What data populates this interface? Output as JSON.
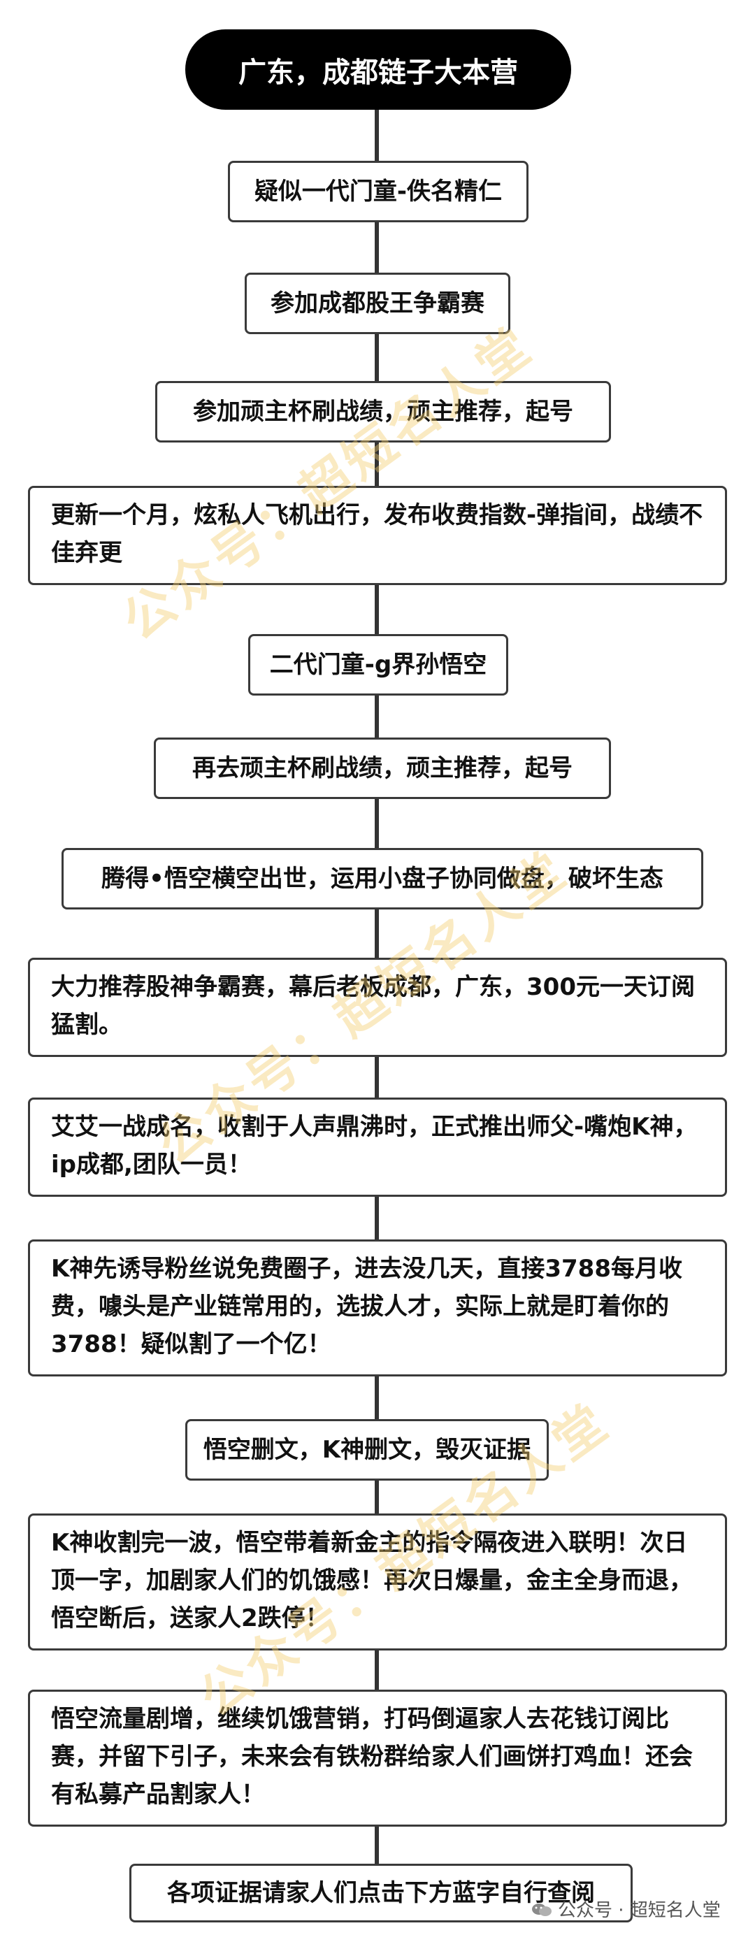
{
  "title": "广东，成都链子大本营",
  "steps": [
    "疑似一代门童-佚名精仁",
    "参加成都股王争霸赛",
    "参加顽主杯刷战绩，顽主推荐，起号",
    "更新一个月，炫私人飞机出行，发布收费指数-弹指间，战绩不佳弃更",
    "二代门童-g界孙悟空",
    "再去顽主杯刷战绩，顽主推荐，起号",
    "腾得•悟空横空出世，运用小盘子协同做盘，破坏生态",
    "大力推荐股神争霸赛，幕后老板成都，广东，300元一天订阅猛割。",
    "艾艾一战成名，收割于人声鼎沸时，正式推出师父-嘴炮K神，ip成都,团队一员！",
    "K神先诱导粉丝说免费圈子，进去没几天，直接3788每月收费，噱头是产业链常用的，选拔人才，实际上就是盯着你的3788！疑似割了一个亿！",
    "悟空删文，K神删文，毁灭证据",
    "K神收割完一波，悟空带着新金主的指令隔夜进入联明！次日顶一字，加剧家人们的饥饿感！再次日爆量，金主全身而退，悟空断后，送家人2跌停！",
    "悟空流量剧增，继续饥饿营销，打码倒逼家人去花钱订阅比赛，并留下引子，未来会有铁粉群给家人们画饼打鸡血！还会有私募产品割家人！",
    "各项证据请家人们点击下方蓝字自行查阅"
  ],
  "watermark": {
    "text": "公众号：超短名人堂",
    "footer_text": "公众号 · 超短名人堂"
  },
  "colors": {
    "watermark": "#f4cd6e",
    "title_bg": "#000000",
    "border": "#3a3a3a"
  }
}
